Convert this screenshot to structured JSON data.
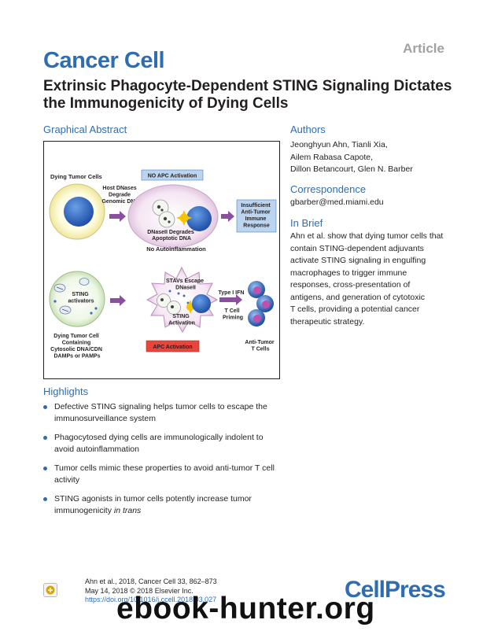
{
  "header": {
    "article_tag": "Article",
    "journal": "Cancer Cell"
  },
  "title": "Extrinsic Phagocyte-Dependent STING Signaling Dictates the Immunogenicity of Dying Cells",
  "graphical_abstract": {
    "heading": "Graphical Abstract",
    "top": {
      "dying_tumor_cells": "Dying Tumor Cells",
      "no_apc_activation": "NO APC Activation",
      "host_dnases": [
        "Host DNases",
        "Degrade",
        "Genomic DNA"
      ],
      "dnaseii_degrades": [
        "DNaseII Degrades",
        "Apoptotic DNA"
      ],
      "insufficient": [
        "Insufficient",
        "Anti-Tumor",
        "Immune",
        "Response"
      ],
      "no_autoinflammation": "No Autoinflammation"
    },
    "bottom": {
      "sting_activators": [
        "STING",
        "activators"
      ],
      "stavs_escape": [
        "STAVs Escape",
        "DNaseII"
      ],
      "sting_activation": [
        "STING",
        "Activation"
      ],
      "type_i_ifn": "Type I IFN",
      "t_cell_priming": [
        "T Cell",
        "Priming"
      ],
      "dying_cell_caption": [
        "Dying Tumor Cell",
        "Containing",
        "Cytosolic DNA/CDN",
        "DAMPs or PAMPs"
      ],
      "apc_activation": "APC Activation",
      "anti_tumor_t_cells": [
        "Anti-Tumor",
        "T Cells"
      ]
    }
  },
  "highlights": {
    "heading": "Highlights",
    "items": [
      [
        "Defective STING signaling helps tumor cells to escape the",
        "immunosurveillance system"
      ],
      [
        "Phagocytosed dying cells are immunologically indolent to",
        "avoid autoinflammation"
      ],
      [
        "Tumor cells mimic these properties to avoid anti-tumor T cell",
        "activity"
      ],
      [
        "STING agonists in tumor cells potently increase tumor",
        "immunogenicity ",
        "in trans"
      ]
    ]
  },
  "authors": {
    "heading": "Authors",
    "lines": [
      "Jeonghyun Ahn, Tianli Xia,",
      "Ailem Rabasa Capote,",
      "Dillon Betancourt, Glen N. Barber"
    ]
  },
  "correspondence": {
    "heading": "Correspondence",
    "email": "gbarber@med.miami.edu"
  },
  "in_brief": {
    "heading": "In Brief",
    "lines": [
      "Ahn et al. show that dying tumor cells that",
      "contain STING-dependent adjuvants",
      "activate STING signaling in engulfing",
      "macrophages to trigger immune",
      "responses, cross-presentation of",
      "antigens, and generation of cytotoxic",
      "T cells, providing a potential cancer",
      "therapeutic strategy."
    ]
  },
  "citation": {
    "line1": "Ahn et al., 2018, Cancer Cell 33, 862–873",
    "line2": "May 14, 2018 © 2018 Elsevier Inc.",
    "doi": "https://doi.org/10.1016/j.ccell.2018.03.027"
  },
  "footer": {
    "publisher": "CellPress",
    "watermark": "ebook-hunter.org"
  },
  "colors": {
    "brand_blue": "#2f6db3",
    "purple": "#8a4f9e",
    "apc_red": "#e8453c",
    "label_box": "#bcd4ee"
  }
}
